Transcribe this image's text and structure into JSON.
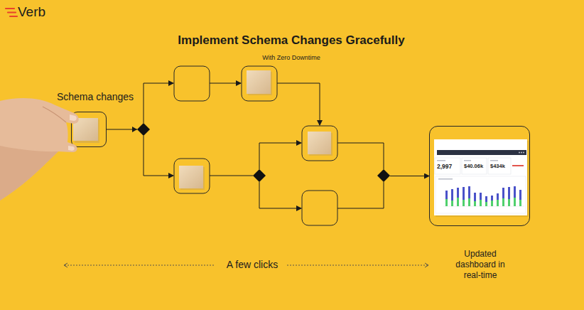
{
  "diagram": {
    "title": "Implement Schema Changes Gracefully",
    "nodes": [
      {
        "text": [
          "Schema changes"
        ]
      },
      {
        "text": [
          "Updated dashboard in real-time",
          "2,997",
          "$40.06k",
          "$434k"
        ]
      }
    ],
    "edges": [
      {
        "from": 0,
        "to": 1,
        "arrow": "to"
      }
    ],
    "labels": [
      "Verb",
      "With Zero Downtime",
      "A few clicks"
    ]
  }
}
